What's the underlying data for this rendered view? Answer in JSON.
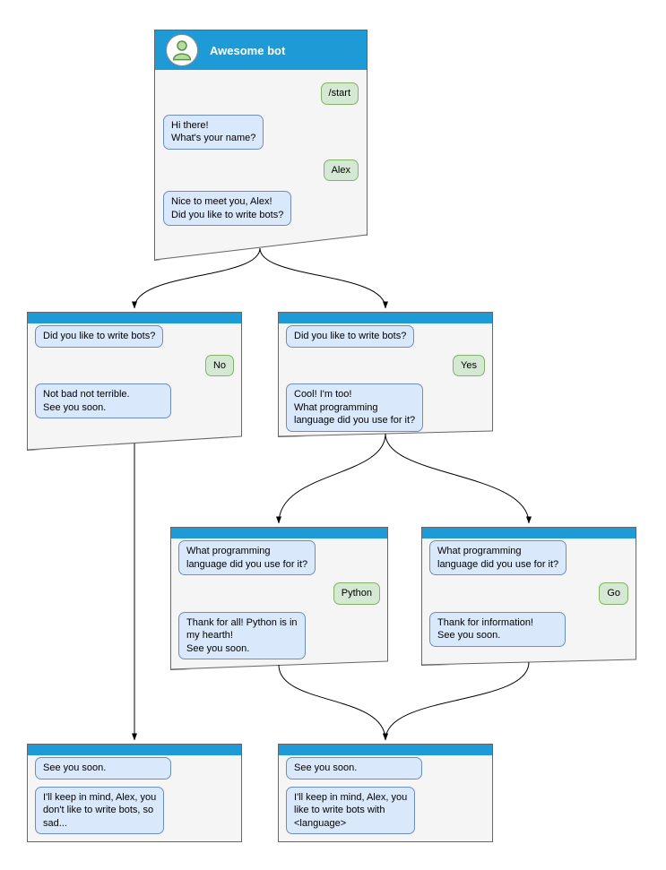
{
  "colors": {
    "header_blue": "#1e9bd7",
    "window_bg": "#f5f5f5",
    "window_border": "#666666",
    "bot_bubble_bg": "#dae8fc",
    "bot_bubble_border": "#6c8ebf",
    "user_bubble_bg": "#d5e8d4",
    "user_bubble_border": "#82b366",
    "arrow_color": "#000000"
  },
  "main_window": {
    "title": "Awesome bot",
    "messages": [
      {
        "from": "user",
        "text": "/start"
      },
      {
        "from": "bot",
        "text": "Hi there!\nWhat's your name?"
      },
      {
        "from": "user",
        "text": "Alex"
      },
      {
        "from": "bot",
        "text": "Nice to meet you, Alex!\nDid you like to write bots?"
      }
    ]
  },
  "nodes": {
    "no": {
      "messages": [
        {
          "from": "bot",
          "text": "Did you like to write bots?"
        },
        {
          "from": "user",
          "text": "No"
        },
        {
          "from": "bot",
          "text": "Not bad not terrible.\nSee you soon."
        }
      ]
    },
    "yes": {
      "messages": [
        {
          "from": "bot",
          "text": "Did you like to write bots?"
        },
        {
          "from": "user",
          "text": "Yes"
        },
        {
          "from": "bot",
          "text": "Cool! I'm too!\nWhat programming\nlanguage did you use for it?"
        }
      ]
    },
    "python": {
      "messages": [
        {
          "from": "bot",
          "text": "What programming\nlanguage did you use for it?"
        },
        {
          "from": "user",
          "text": "Python"
        },
        {
          "from": "bot",
          "text": "Thank for all! Python is in\nmy hearth!\nSee you soon."
        }
      ]
    },
    "go": {
      "messages": [
        {
          "from": "bot",
          "text": "What programming\nlanguage did you use for it?"
        },
        {
          "from": "user",
          "text": "Go"
        },
        {
          "from": "bot",
          "text": "Thank for information!\nSee you soon."
        }
      ]
    },
    "end_no": {
      "messages": [
        {
          "from": "bot",
          "text": "See you soon."
        },
        {
          "from": "bot",
          "text": "I'll keep in mind, Alex, you\ndon't like to write bots, so\nsad..."
        }
      ]
    },
    "end_yes": {
      "messages": [
        {
          "from": "bot",
          "text": "See you soon."
        },
        {
          "from": "bot",
          "text": "I'll keep in mind, Alex, you\nlike to write bots with\n<language>"
        }
      ]
    }
  }
}
